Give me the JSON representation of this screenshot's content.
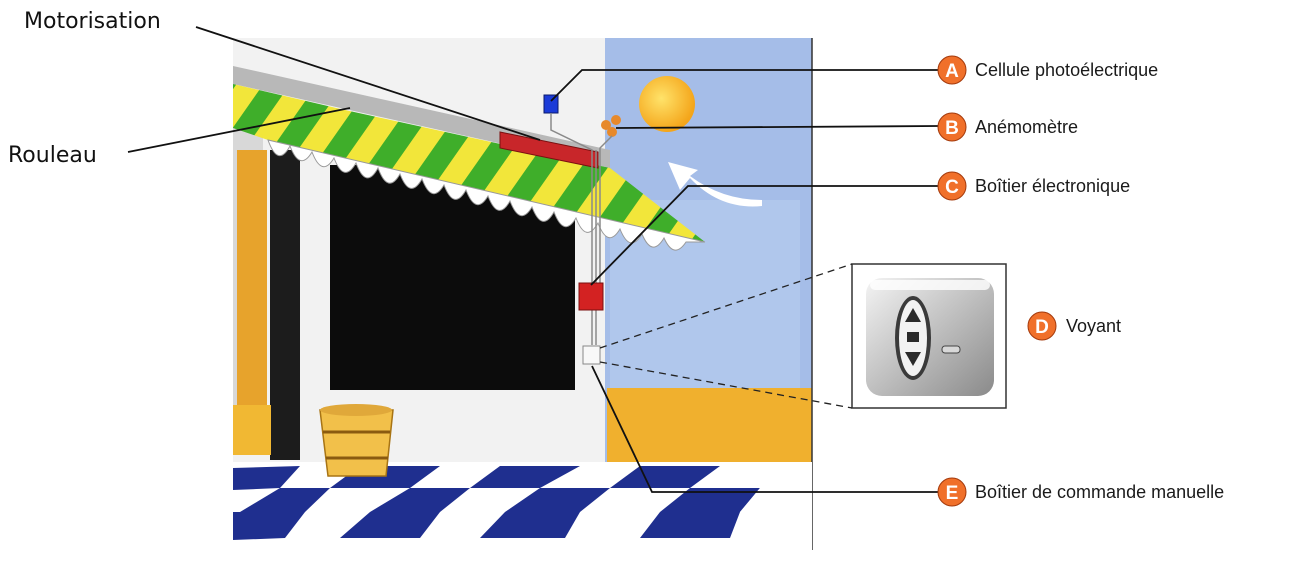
{
  "labels": {
    "motorisation": "Motorisation",
    "rouleau": "Rouleau"
  },
  "callouts": [
    {
      "letter": "A",
      "text": "Cellule photoélectrique"
    },
    {
      "letter": "B",
      "text": "Anémomètre"
    },
    {
      "letter": "C",
      "text": "Boîtier électronique"
    },
    {
      "letter": "D",
      "text": "Voyant"
    },
    {
      "letter": "E",
      "text": "Boîtier de commande manuelle"
    }
  ],
  "colors": {
    "badge": "#f0702a",
    "awning_green": "#3fae2a",
    "awning_yellow": "#f2e63a",
    "motor_red": "#c8262a",
    "sky": "#9fb8e6",
    "floor_blue": "#1f2f8f",
    "window": "#0c0c0c"
  }
}
